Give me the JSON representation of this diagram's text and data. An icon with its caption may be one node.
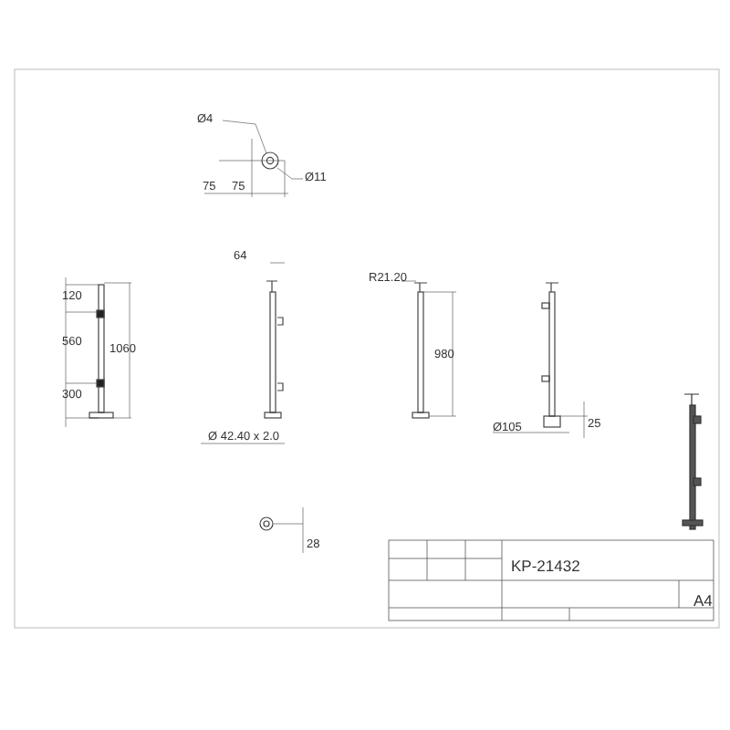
{
  "diagram": {
    "labels": [
      "Ø4",
      "Ø11",
      "75",
      "75",
      "64",
      "R21.20",
      "120",
      "560",
      "1060",
      "980",
      "300",
      "Ø 42.40 x 2.0",
      "Ø105",
      "25",
      "28",
      "KP-21432",
      "A4"
    ]
  }
}
